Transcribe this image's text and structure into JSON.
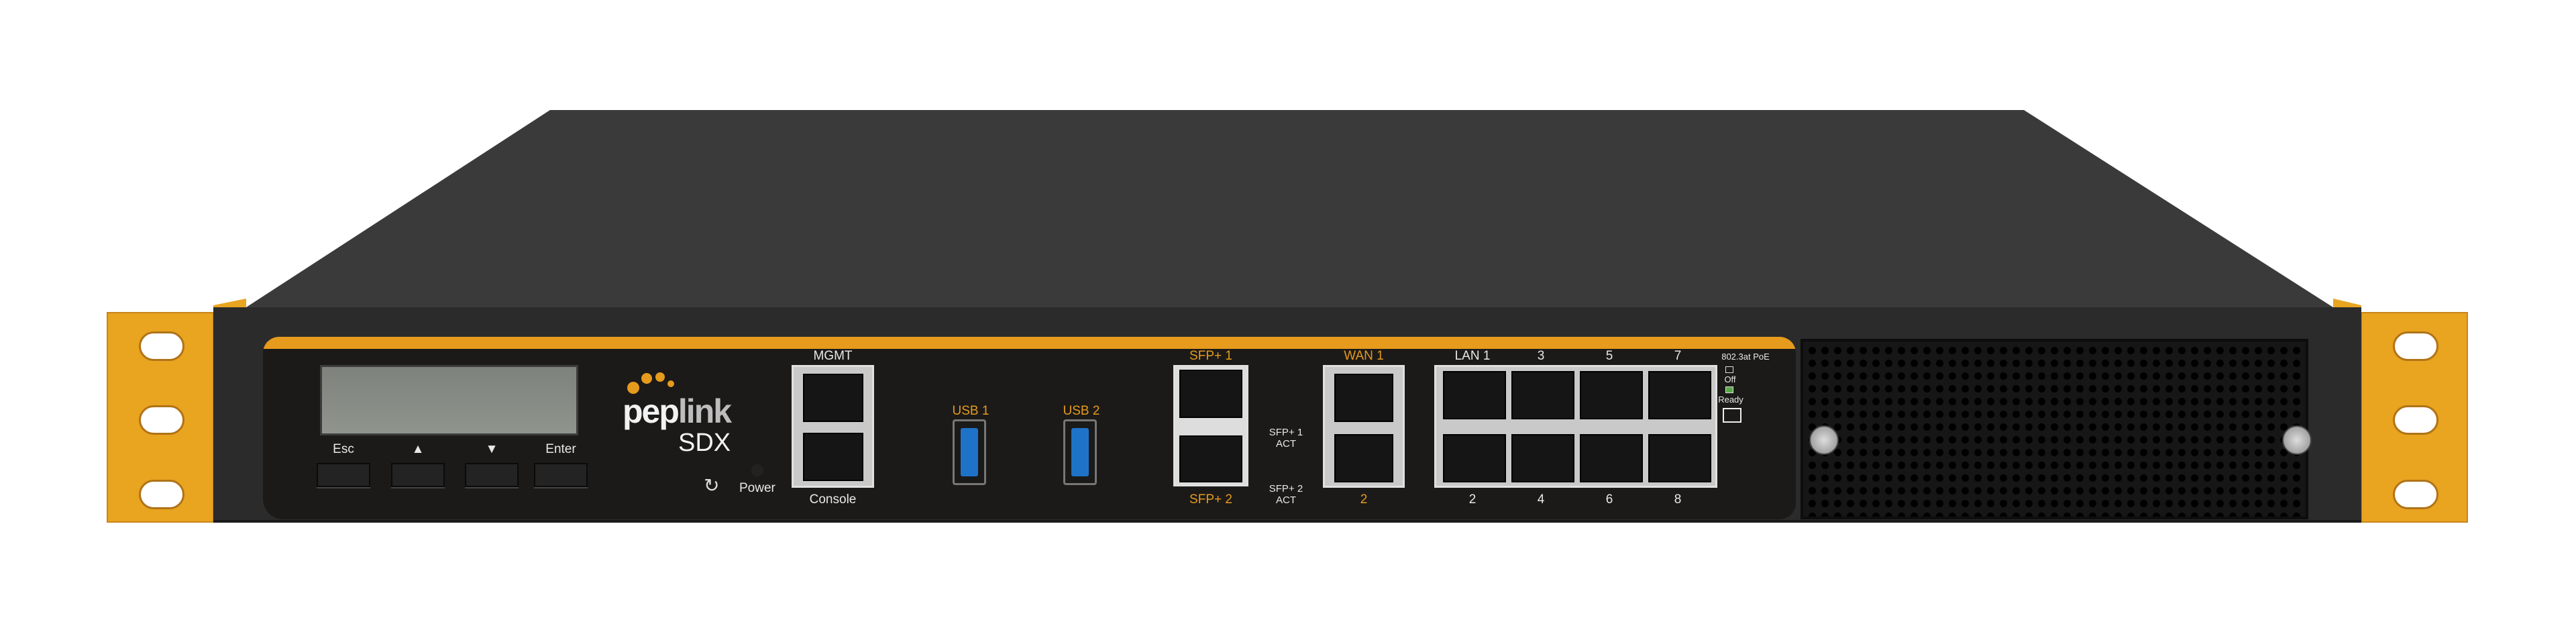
{
  "device": {
    "brand": "peplink",
    "model": "SDX",
    "colors": {
      "accent": "#e69b1d",
      "chassis": "#2b2b2b",
      "usb": "#1e73c8"
    },
    "lcd_buttons": [
      "Esc",
      "▲",
      "▼",
      "Enter"
    ],
    "reset_icon": "reset-icon",
    "power_label": "Power",
    "mgmt_label": "MGMT",
    "console_label": "Console",
    "usb1_label": "USB 1",
    "usb2_label": "USB 2",
    "sfp1_label": "SFP+ 1",
    "sfp2_label": "SFP+ 2",
    "sfp1_act": [
      "SFP+ 1",
      "ACT"
    ],
    "sfp2_act": [
      "SFP+ 2",
      "ACT"
    ],
    "wan1_label": "WAN 1",
    "wan2_label": "2",
    "lan_top_labels": [
      "LAN 1",
      "3",
      "5",
      "7"
    ],
    "lan_bottom_labels": [
      "2",
      "4",
      "6",
      "8"
    ],
    "poe": {
      "title": "802.3at PoE",
      "off": "Off",
      "ready": "Ready"
    }
  }
}
